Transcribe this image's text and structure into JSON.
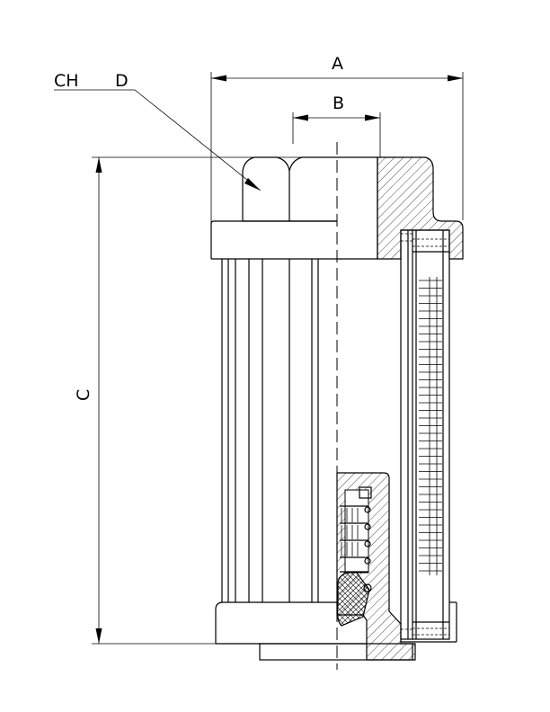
{
  "labels": {
    "a": "A",
    "b": "B",
    "c": "C",
    "ch": "CH",
    "d": "D"
  }
}
